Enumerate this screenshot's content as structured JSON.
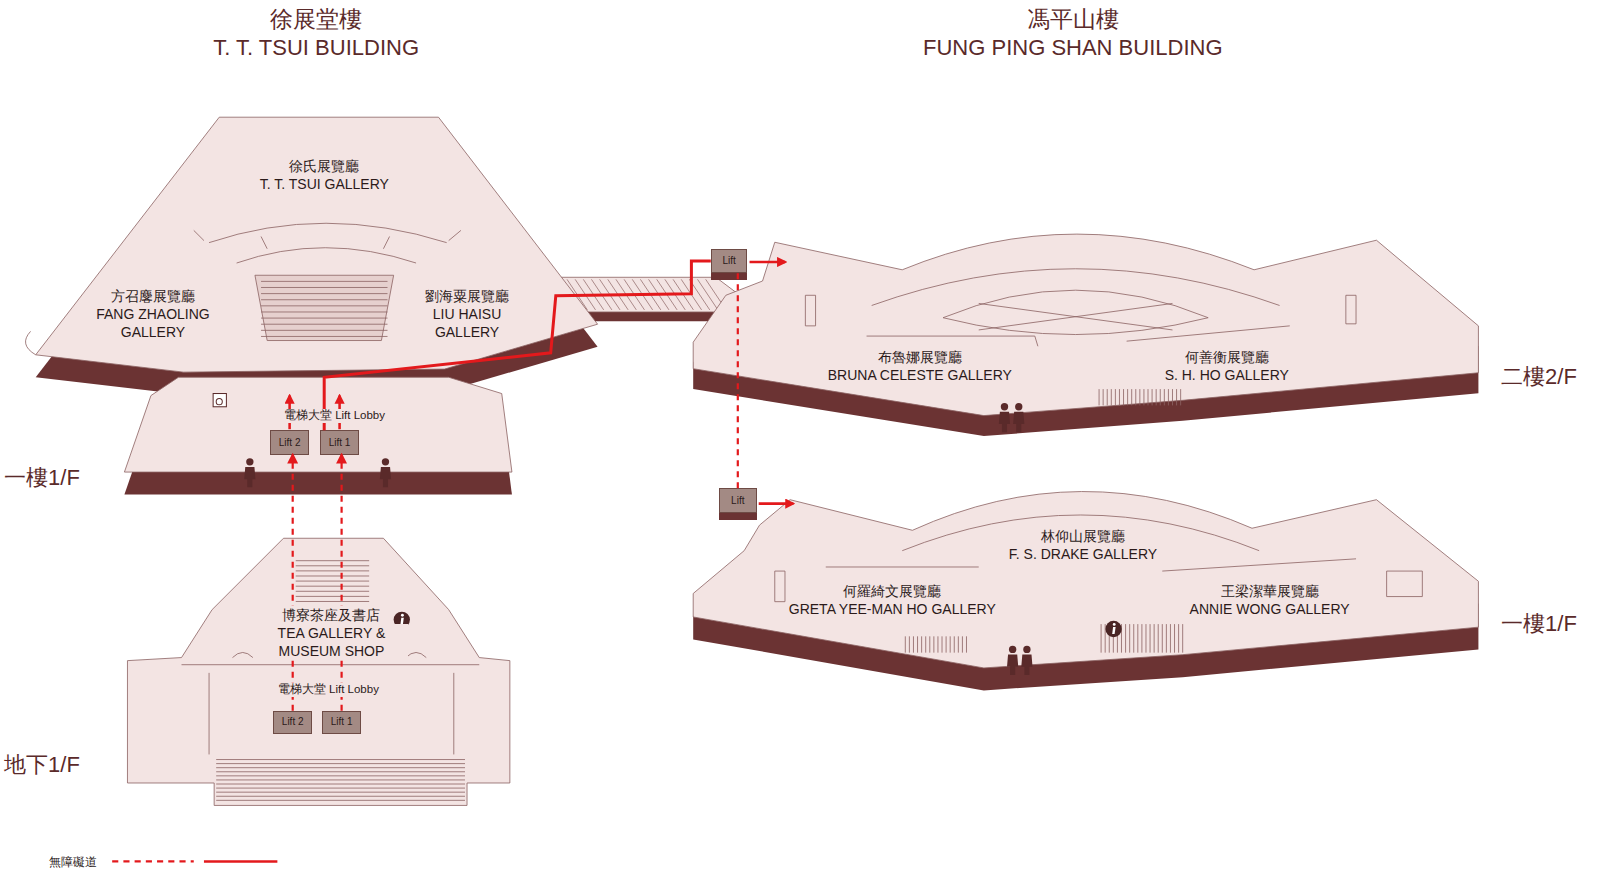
{
  "diagram": {
    "nodes": [
      {
        "text": [
          "一樓1/F"
        ]
      },
      {
        "text": [
          "徐氏展覽廳",
          "T. T. TSUI GALLERY"
        ],
        "in": 0
      },
      {
        "text": [
          "方召麐展覽廳",
          "FANG ZHAOLING GALLERY"
        ],
        "in": 0
      },
      {
        "text": [
          "劉海粟展覽廳",
          "LIU HAISU GALLERY"
        ],
        "in": 0
      },
      {
        "text": [
          "Lift 2"
        ],
        "in": 0
      },
      {
        "text": [
          "Lift 1"
        ],
        "in": 0
      },
      {
        "text": [
          "地下1/F"
        ]
      },
      {
        "text": [
          "博寮茶座及書店",
          "TEA GALLERY & MUSEUM SHOP"
        ],
        "in": 6
      },
      {
        "text": [
          "Lift 2"
        ],
        "in": 6
      },
      {
        "text": [
          "Lift 1"
        ],
        "in": 6
      },
      {
        "text": [
          "二樓2/F"
        ]
      },
      {
        "text": [
          "Lift"
        ],
        "in": 10
      },
      {
        "text": [
          "布魯娜展覽廳",
          "BRUNA CELESTE GALLERY"
        ],
        "in": 10
      },
      {
        "text": [
          "何善衡展覽廳",
          "S. H. HO GALLERY"
        ],
        "in": 10
      },
      {
        "text": [
          "一樓1/F"
        ]
      },
      {
        "text": [
          "Lift"
        ],
        "in": 14
      },
      {
        "text": [
          "林仰山展覽廳",
          "F. S. DRAKE GALLERY"
        ],
        "in": 14
      },
      {
        "text": [
          "何羅綺文展覽廳",
          "GRETA YEE-MAN HO GALLERY"
        ],
        "in": 14
      },
      {
        "text": [
          "王梁潔華展覽廳",
          "ANNIE WONG GALLERY"
        ],
        "in": 14
      }
    ],
    "edges": [
      {
        "from": 8,
        "to": 4,
        "arrow": "to"
      },
      {
        "from": 9,
        "to": 5,
        "arrow": "to"
      },
      {
        "from": 5,
        "to": 11,
        "arrow": "none"
      },
      {
        "from": 11,
        "to": 15,
        "arrow": "none"
      }
    ],
    "labels": [
      "徐展堂樓",
      "T. T. TSUI BUILDING",
      "馮平山樓",
      "FUNG PING SHAN BUILDING",
      "電梯大堂 Lift Lobby",
      "電梯大堂 Lift Lobby"
    ],
    "legend": [
      {
        "text": "無障礙道"
      }
    ]
  }
}
